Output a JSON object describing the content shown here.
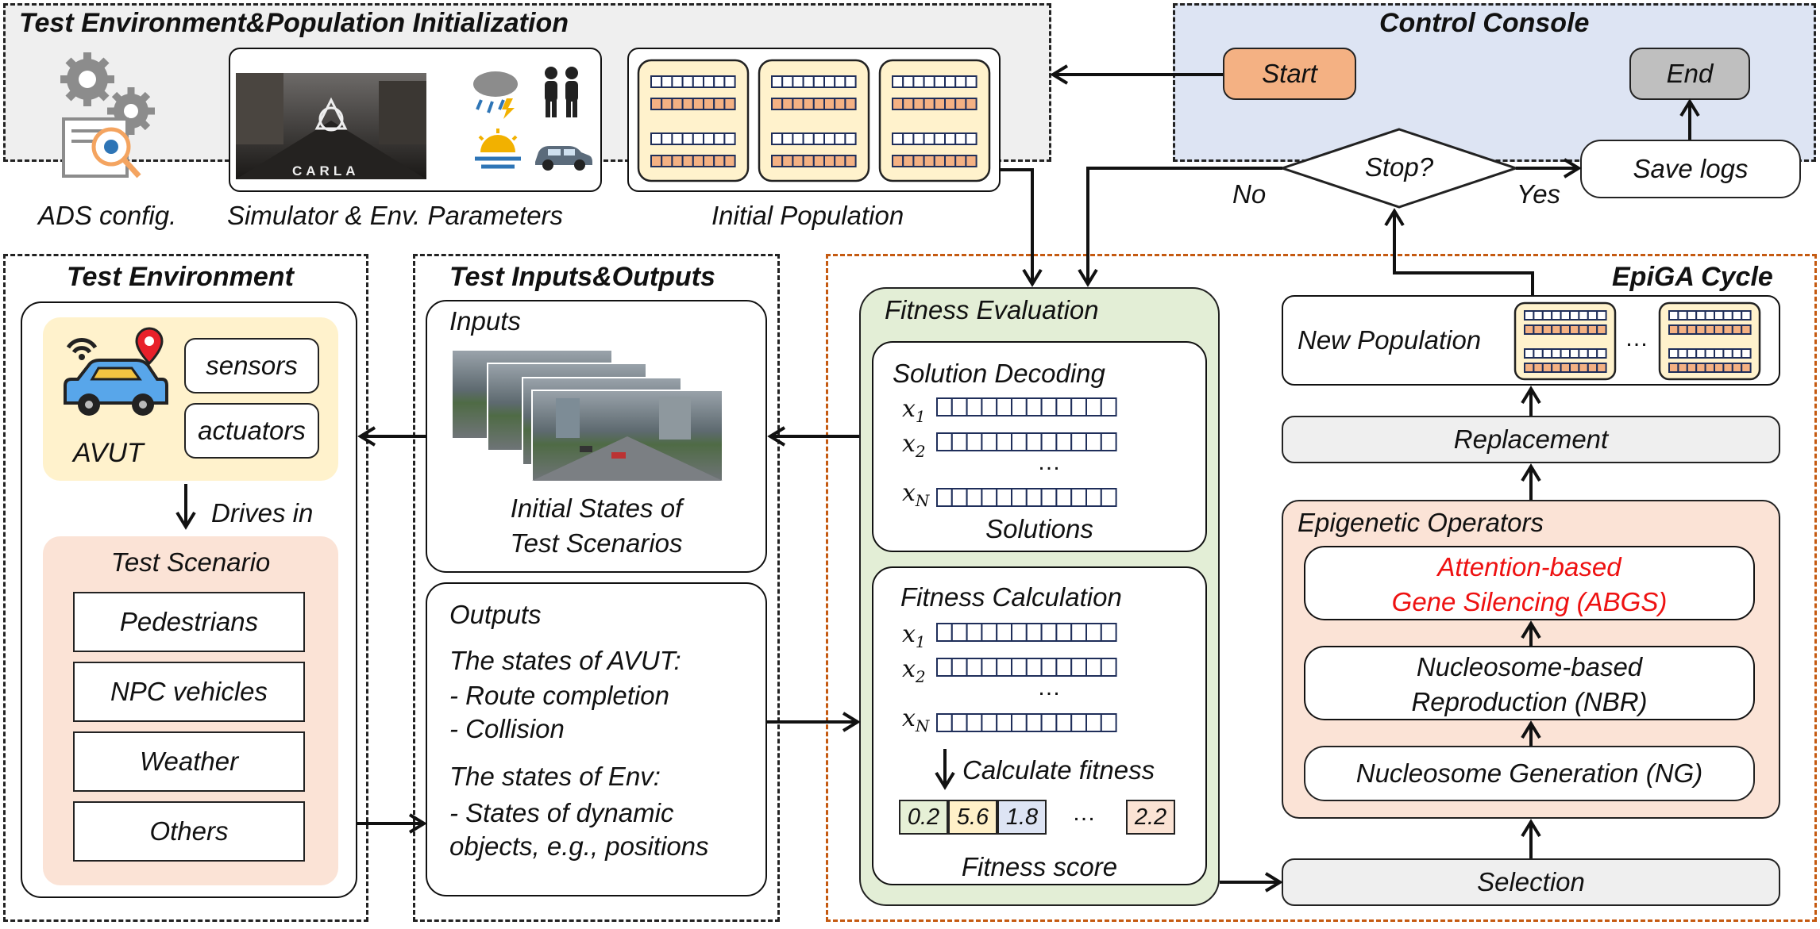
{
  "init_section": {
    "title": "Test Environment&Population Initialization",
    "ads_label": "ADS config.",
    "sim_label": "Simulator & Env. Parameters",
    "carla_text": "CARLA",
    "pop_label": "Initial Population"
  },
  "console": {
    "title": "Control Console",
    "start": "Start",
    "end": "End",
    "stop": "Stop?",
    "save": "Save logs",
    "no": "No",
    "yes": "Yes"
  },
  "env": {
    "title": "Test Environment",
    "sensors": "sensors",
    "actuators": "actuators",
    "avut": "AVUT",
    "drives_in": "Drives in",
    "scenario_title": "Test Scenario",
    "scenario_items": [
      "Pedestrians",
      "NPC vehicles",
      "Weather",
      "Others"
    ]
  },
  "io": {
    "title": "Test Inputs&Outputs",
    "inputs": "Inputs",
    "initial_line1": "Initial States of",
    "initial_line2": "Test Scenarios",
    "outputs": "Outputs",
    "avut_states": "The states of AVUT:",
    "route": "- Route completion",
    "collision": "- Collision",
    "env_states": "The states of Env:",
    "dyn1": "- States of dynamic",
    "dyn2": "objects, e.g., positions"
  },
  "epiga": {
    "title": "EpiGA Cycle",
    "fitness_eval": "Fitness Evaluation",
    "decoding": "Solution Decoding",
    "x1": "x",
    "sub1": "1",
    "x2": "x",
    "sub2": "2",
    "xn": "x",
    "subn": "N",
    "ellipsis": "…",
    "solutions": "Solutions",
    "calculation": "Fitness Calculation",
    "calc_fitness": "Calculate fitness",
    "scores": [
      "0.2",
      "5.6",
      "1.8",
      "2.2"
    ],
    "score_colors": [
      "#e6f0d6",
      "#fff0c8",
      "#dde4f4",
      "#fbe3d4"
    ],
    "fitness_score": "Fitness score",
    "new_population": "New Population",
    "replacement": "Replacement",
    "epi_ops": "Epigenetic Operators",
    "abgs1": "Attention-based",
    "abgs2": "Gene Silencing (ABGS)",
    "nbr1": "Nucleosome-based",
    "nbr2": "Reproduction (NBR)",
    "ng": "Nucleosome Generation (NG)",
    "selection": "Selection"
  },
  "colors": {
    "console_bg": "#dde4f3",
    "init_bg": "#efefef",
    "fitness_bg": "#e3eed6",
    "avut_bg": "#fff2cc",
    "scenario_bg": "#fbe3d6",
    "epi_bg": "#fbe3d6",
    "start_fill": "#f4b183",
    "end_fill": "#bfbfbf",
    "epiga_border": "#c55a11",
    "abgs_text": "#ee1111"
  }
}
